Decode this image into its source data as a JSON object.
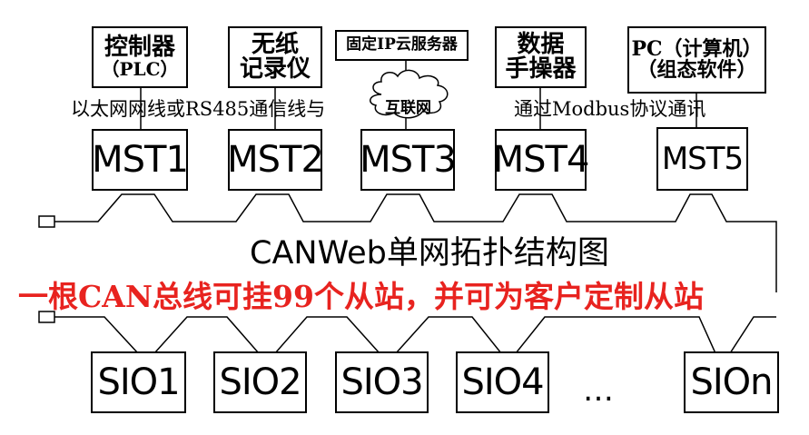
{
  "devices": [
    {
      "line1": "控制器",
      "line2": "（PLC）"
    },
    {
      "line1": "无纸",
      "line2": "记录仪"
    },
    {
      "line1": "固定IP云服务器",
      "line2": ""
    },
    {
      "line1": "数据",
      "line2": "手操器"
    },
    {
      "line1": "PC（计算机）",
      "line2": "（组态软件）"
    }
  ],
  "link_label_left": "以太网网线或RS485通信线与",
  "cloud_label": "互联网",
  "link_label_right": "通过Modbus协议通讯",
  "masters": [
    "MST1",
    "MST2",
    "MST3",
    "MST4",
    "MST5"
  ],
  "title": "CANWeb单网拓扑结构图",
  "slogan": "一根CAN总线可挂99个从站，并可为客户定制从站",
  "slaves": [
    "SIO1",
    "SIO2",
    "SIO3",
    "SIO4",
    "SIOn"
  ],
  "ellipsis": "…",
  "colors": {
    "line": "#000000",
    "slogan": "#e8231f",
    "background": "#ffffff"
  }
}
